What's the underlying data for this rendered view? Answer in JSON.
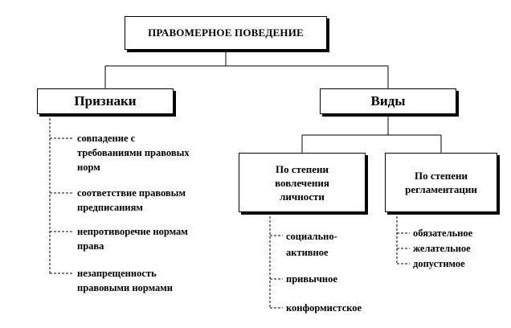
{
  "diagram": {
    "root": {
      "label": "ПРАВОМЕРНОЕ ПОВЕДЕНИЕ"
    },
    "signs": {
      "label": "Признаки",
      "items": [
        [
          "совпадение с",
          "требованиями правовых",
          "норм"
        ],
        [
          "соответствие правовым",
          "предписаниям"
        ],
        [
          "непротиворечие нормам",
          "права"
        ],
        [
          "незапрещенность",
          "правовыми нормами"
        ]
      ]
    },
    "types": {
      "label": "Виды",
      "by_involvement": {
        "label": [
          "По степени",
          "вовлечения",
          "личности"
        ],
        "items": [
          "социально-",
          "активное",
          "привычное",
          "конформистское"
        ]
      },
      "by_regulation": {
        "label": [
          "По степени",
          "регламентации"
        ],
        "items": [
          "обязательное",
          "желательное",
          "допустимое"
        ]
      }
    }
  }
}
